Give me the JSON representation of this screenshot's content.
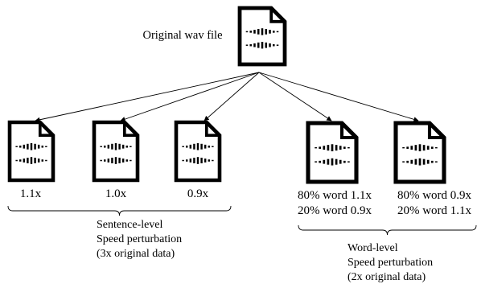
{
  "diagram": {
    "source": {
      "label": "Original wav file",
      "icon": "audio-file-icon"
    },
    "sentence_level": {
      "outputs": [
        {
          "id": "speed-1-1x",
          "label": "1.1x",
          "icon": "audio-file-icon"
        },
        {
          "id": "speed-1-0x",
          "label": "1.0x",
          "icon": "audio-file-icon"
        },
        {
          "id": "speed-0-9x",
          "label": "0.9x",
          "icon": "audio-file-icon"
        }
      ],
      "caption": [
        "Sentence-level",
        "Speed perturbation",
        "(3x original data)"
      ]
    },
    "word_level": {
      "outputs": [
        {
          "id": "word-mix-a",
          "lines": [
            "80% word 1.1x",
            "20% word 0.9x"
          ],
          "icon": "audio-file-icon"
        },
        {
          "id": "word-mix-b",
          "lines": [
            "80% word 0.9x",
            "20% word 1.1x"
          ],
          "icon": "audio-file-icon"
        }
      ],
      "caption": [
        "Word-level",
        "Speed perturbation",
        "(2x original data)"
      ]
    },
    "colors": {
      "stroke": "#000000",
      "background": "#ffffff"
    }
  }
}
